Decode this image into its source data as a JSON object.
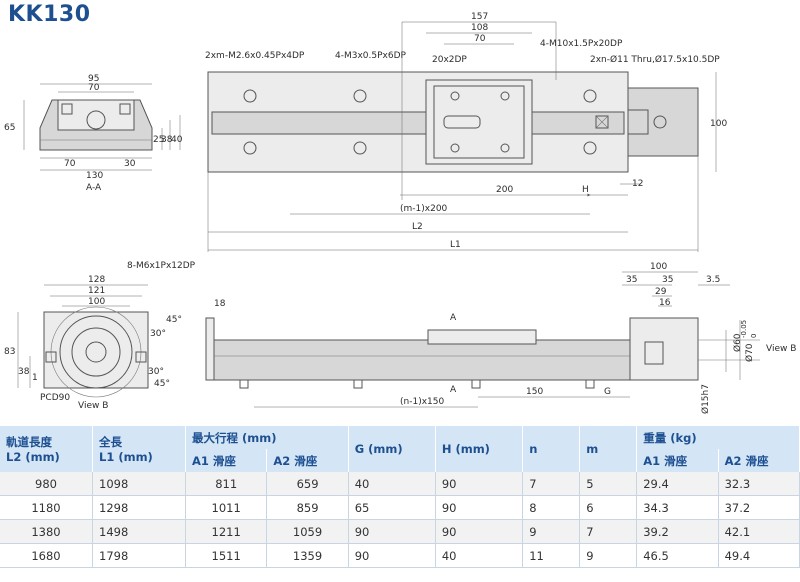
{
  "title": "KK130",
  "labels": {
    "section_aa": "A-A",
    "view_b": "View B",
    "view_b_right": "View B",
    "pcd": "PCD90",
    "hole_2xm": "2xm-M2.6x0.45Px4DP",
    "hole_4m3": "4-M3x0.5Px6DP",
    "hole_4m10": "4-M10x1.5Px20DP",
    "hole_2xn": "2xn-Ø11 Thru,Ø17.5x10.5DP",
    "hole_20x2": "20x2DP",
    "hole_8m6": "8-M6x1Px12DP",
    "sec_a1": "A",
    "sec_a2": "A",
    "dim_157": "157",
    "dim_108": "108",
    "dim_70a": "70",
    "dim_95": "95",
    "dim_70b": "70",
    "dim_65": "65",
    "dim_25": "25",
    "dim_38a": "38",
    "dim_40": "40",
    "dim_70c": "70",
    "dim_30": "30",
    "dim_130": "130",
    "dim_200": "200",
    "dim_h": "H",
    "dim_12": "12",
    "dim_m1x200": "(m-1)x200",
    "dim_l2": "L2",
    "dim_l1": "L1",
    "dim_100a": "100",
    "dim_128": "128",
    "dim_121": "121",
    "dim_100b": "100",
    "dim_83": "83",
    "dim_38b": "38",
    "dim_1": "1",
    "dim_30deg1": "30°",
    "dim_45deg1": "45°",
    "dim_30deg2": "30°",
    "dim_45deg2": "45°",
    "dim_18": "18",
    "dim_n1x150": "(n-1)x150",
    "dim_150": "150",
    "dim_g": "G",
    "dim_100c": "100",
    "dim_35a": "35",
    "dim_35b": "35",
    "dim_3_5": "3.5",
    "dim_29": "29",
    "dim_16": "16",
    "dim_60": "Ø60",
    "dim_70tol": "Ø70",
    "dim_70tol_sup": "-0.05",
    "dim_70tol_sub": "0",
    "dim_15h7": "Ø15h7"
  },
  "table": {
    "headers": {
      "l2": "軌道長度\nL2 (mm)",
      "l1": "全長\nL1 (mm)",
      "stroke": "最大行程 (mm)",
      "stroke_a1": "A1 滑座",
      "stroke_a2": "A2 滑座",
      "g": "G (mm)",
      "h": "H (mm)",
      "n": "n",
      "m": "m",
      "weight": "重量 (kg)",
      "weight_a1": "A1 滑座",
      "weight_a2": "A2 滑座"
    },
    "rows": [
      {
        "l2": "980",
        "l1": "1098",
        "s1": "811",
        "s2": "659",
        "g": "40",
        "h": "90",
        "n": "7",
        "m": "5",
        "w1": "29.4",
        "w2": "32.3"
      },
      {
        "l2": "1180",
        "l1": "1298",
        "s1": "1011",
        "s2": "859",
        "g": "65",
        "h": "90",
        "n": "8",
        "m": "6",
        "w1": "34.3",
        "w2": "37.2"
      },
      {
        "l2": "1380",
        "l1": "1498",
        "s1": "1211",
        "s2": "1059",
        "g": "90",
        "h": "90",
        "n": "9",
        "m": "7",
        "w1": "39.2",
        "w2": "42.1"
      },
      {
        "l2": "1680",
        "l1": "1798",
        "s1": "1511",
        "s2": "1359",
        "g": "90",
        "h": "40",
        "n": "11",
        "m": "9",
        "w1": "46.5",
        "w2": "49.4"
      }
    ]
  }
}
